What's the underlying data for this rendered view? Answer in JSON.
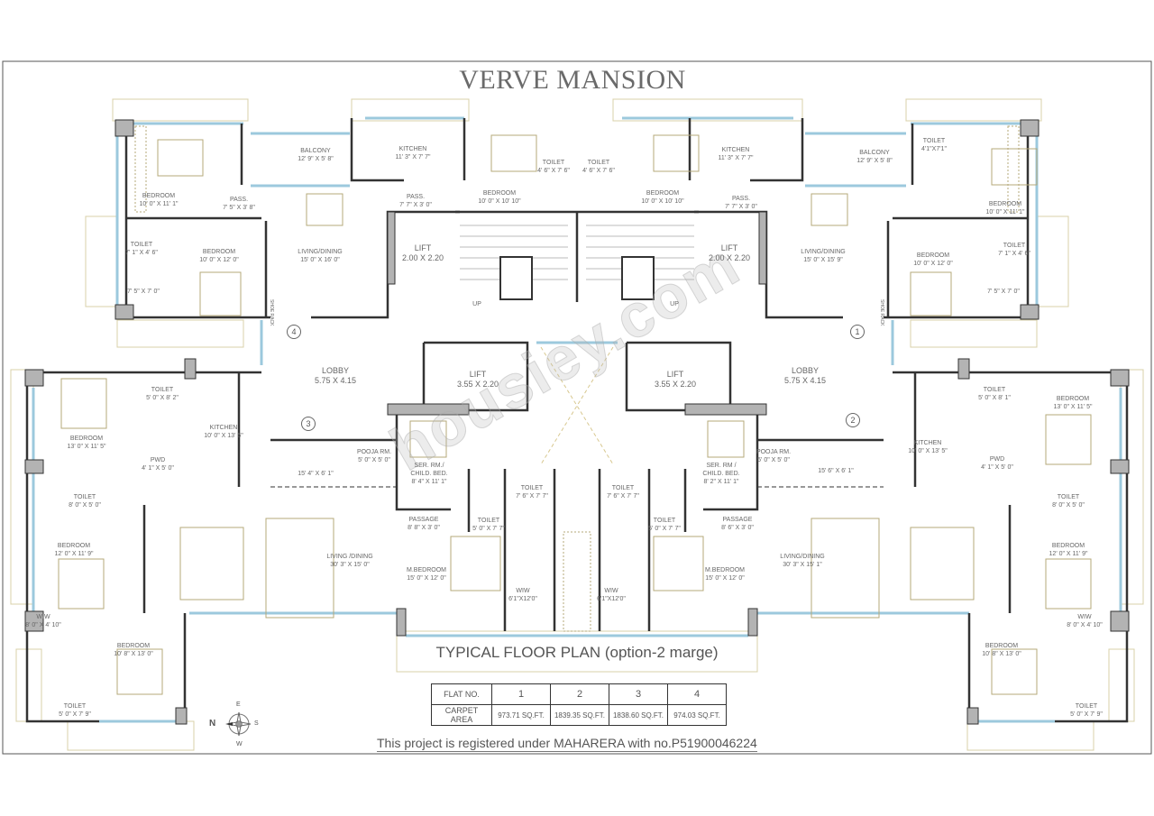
{
  "project_title": "VERVE MANSION",
  "plan_title": "TYPICAL FLOOR PLAN (option-2 marge)",
  "registration_note": "This project is registered under MAHARERA with no.P51900046224",
  "watermark": "housiey.com",
  "colors": {
    "wall": "#333333",
    "column": "#b3b3b3",
    "window": "#9cc9dd",
    "furniture": "#b5a97a",
    "outline": "#d8d0a8"
  },
  "flat_markers": [
    "1",
    "2",
    "3",
    "4"
  ],
  "misc": {
    "up": "UP",
    "shoe_rack": "SHOE RACK"
  },
  "compass": {
    "n": "N",
    "e": "E",
    "s": "S",
    "w": "W"
  },
  "rooms": [
    {
      "name": "BALCONY",
      "size": "12' 9\" X 5' 8\""
    },
    {
      "name": "KITCHEN",
      "size": "11' 3\" X 7' 7\""
    },
    {
      "name": "BEDROOM",
      "size": "10' 0\" X 11' 1\""
    },
    {
      "name": "PASS.",
      "size": "7' 5\" X 3' 8\""
    },
    {
      "name": "PASS.",
      "size": "7' 7\" X 3' 0\""
    },
    {
      "name": "BEDROOM",
      "size": "10' 0\" X 10' 10\""
    },
    {
      "name": "TOILET",
      "size": "4' 6\" X 7' 6\""
    },
    {
      "name": "TOILET",
      "size": "4' 6\" X 7' 6\""
    },
    {
      "name": "BEDROOM",
      "size": "10' 0\" X 10' 10\""
    },
    {
      "name": "KITCHEN",
      "size": "11' 3\" X 7' 7\""
    },
    {
      "name": "PASS.",
      "size": "7' 7\" X 3' 0\""
    },
    {
      "name": "BALCONY",
      "size": "12' 9\" X 5' 8\""
    },
    {
      "name": "TOILET",
      "size": "4'1\"X7'1\""
    },
    {
      "name": "BEDROOM",
      "size": "10' 0\" X 11' 1\""
    },
    {
      "name": "TOILET",
      "size": "7' 1\" X 4' 6\""
    },
    {
      "name": "BEDROOM",
      "size": "10' 0\" X 12' 0\""
    },
    {
      "name": "",
      "size": "7' 5\" X 7' 0\""
    },
    {
      "name": "LIVING/DINING",
      "size": "15' 0\" X 16' 0\""
    },
    {
      "name": "LIFT",
      "size": "2.00 X 2.20"
    },
    {
      "name": "LIFT",
      "size": "2.00 X 2.20"
    },
    {
      "name": "LIVING/DINING",
      "size": "15' 0\" X 15' 9\""
    },
    {
      "name": "BEDROOM",
      "size": "10' 0\" X 12' 0\""
    },
    {
      "name": "TOILET",
      "size": "7' 1\" X 4' 6\""
    },
    {
      "name": "",
      "size": "7' 5\" X 7' 0\""
    },
    {
      "name": "LOBBY",
      "size": "5.75 X 4.15"
    },
    {
      "name": "LIFT",
      "size": "3.55 X 2.20"
    },
    {
      "name": "LIFT",
      "size": "3.55 X 2.20"
    },
    {
      "name": "LOBBY",
      "size": "5.75 X 4.15"
    },
    {
      "name": "TOILET",
      "size": "5' 0\" X 8' 2\""
    },
    {
      "name": "BEDROOM",
      "size": "13' 0\" X 11' 5\""
    },
    {
      "name": "KITCHEN",
      "size": "10' 0\" X 13' 5\""
    },
    {
      "name": "PWD",
      "size": "4' 1\" X 5' 0\""
    },
    {
      "name": "POOJA RM.",
      "size": "5' 0\" X 5' 0\""
    },
    {
      "name": "",
      "size": "15' 4\" X 6' 1\""
    },
    {
      "name": "SER. RM./ CHILD. BED.",
      "size": "8' 4\" X 11' 1\""
    },
    {
      "name": "TOILET",
      "size": "7' 6\" X 7' 7\""
    },
    {
      "name": "TOILET",
      "size": "7' 6\" X 7' 7\""
    },
    {
      "name": "SER. RM / CHILD. BED.",
      "size": "8' 2\" X 11' 1\""
    },
    {
      "name": "POOJA RM.",
      "size": "5' 0\" X 5' 0\""
    },
    {
      "name": "",
      "size": "15' 6\" X 6' 1\""
    },
    {
      "name": "KITCHEN",
      "size": "10' 0\" X 13' 5\""
    },
    {
      "name": "TOILET",
      "size": "5' 0\" X 8' 1\""
    },
    {
      "name": "PWD",
      "size": "4' 1\" X 5' 0\""
    },
    {
      "name": "BEDROOM",
      "size": "13' 0\" X 11' 5\""
    },
    {
      "name": "TOILET",
      "size": "8' 0\" X 5' 0\""
    },
    {
      "name": "TOILET",
      "size": "8' 0\" X 5' 0\""
    },
    {
      "name": "PASSAGE",
      "size": "8' 8\" X 3' 0\""
    },
    {
      "name": "TOILET",
      "size": "5' 0\" X 7' 7\""
    },
    {
      "name": "TOILET",
      "size": "5' 0\" X 7' 7\""
    },
    {
      "name": "PASSAGE",
      "size": "8' 6\" X 3' 0\""
    },
    {
      "name": "BEDROOM",
      "size": "12' 0\" X 11' 9\""
    },
    {
      "name": "LIVING /DINING",
      "size": "30' 3\" X 15' 0\""
    },
    {
      "name": "M.BEDROOM",
      "size": "15' 0\" X 12' 0\""
    },
    {
      "name": "WIW",
      "size": "6'1\"X12'0\""
    },
    {
      "name": "WIW",
      "size": "6'1\"X12'0\""
    },
    {
      "name": "M.BEDROOM",
      "size": "15' 0\" X 12' 0\""
    },
    {
      "name": "LIVING/DINING",
      "size": "30' 3\" X 15' 1\""
    },
    {
      "name": "BEDROOM",
      "size": "12' 0\" X 11' 9\""
    },
    {
      "name": "WIW",
      "size": "8' 0\" X 4' 10\""
    },
    {
      "name": "BEDROOM",
      "size": "10' 8\" X 13' 0\""
    },
    {
      "name": "TOILET",
      "size": "5' 0\" X 7' 9\""
    },
    {
      "name": "BEDROOM",
      "size": "10' 8\" X 13' 0\""
    },
    {
      "name": "WIW",
      "size": "8' 0\" X 4' 10\""
    },
    {
      "name": "TOILET",
      "size": "5' 0\" X 7' 9\""
    }
  ],
  "area_table": {
    "header_label": "FLAT NO.",
    "row_label": "CARPET AREA",
    "flats": [
      "1",
      "2",
      "3",
      "4"
    ],
    "carpet_areas": [
      "973.71 SQ.FT.",
      "1839.35 SQ.FT.",
      "1838.60 SQ.FT.",
      "974.03 SQ.FT."
    ]
  }
}
